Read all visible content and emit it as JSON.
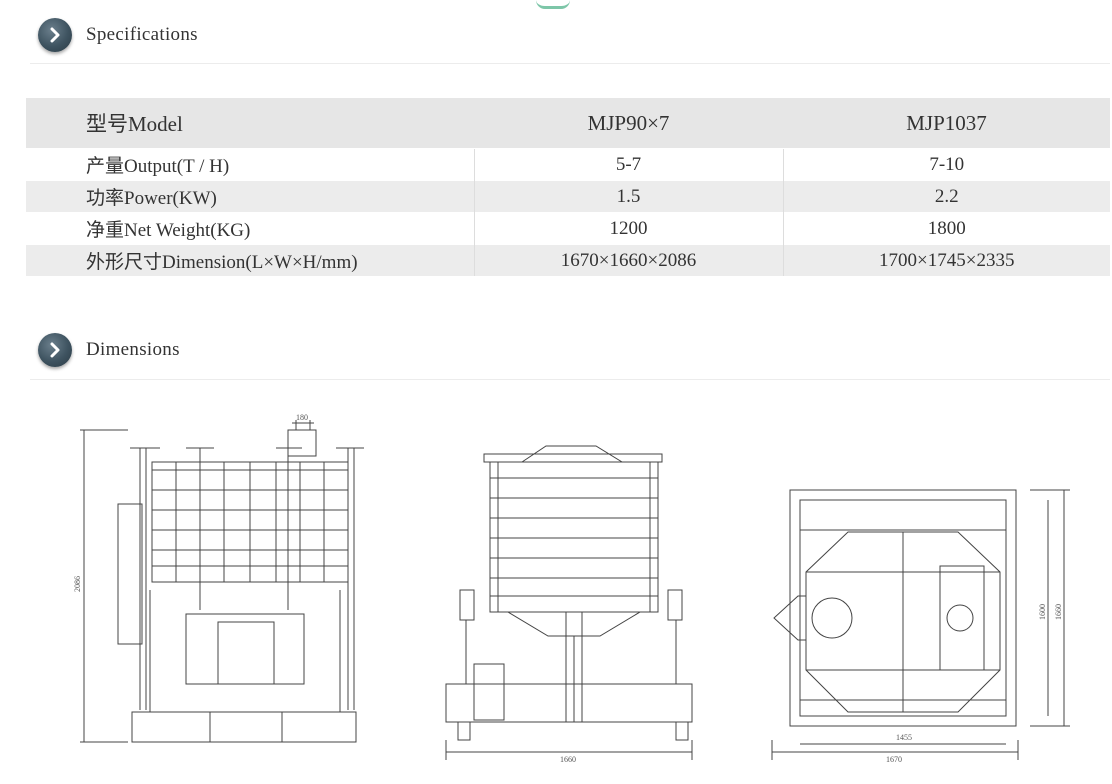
{
  "sections": {
    "specifications": "Specifications",
    "dimensions": "Dimensions"
  },
  "table": {
    "header": [
      "型号Model",
      "MJP90×7",
      "MJP1037"
    ],
    "rows": [
      [
        "产量Output(T / H)",
        "5-7",
        "7-10"
      ],
      [
        "功率Power(KW)",
        "1.5",
        "2.2"
      ],
      [
        "净重Net Weight(KG)",
        "1200",
        "1800"
      ],
      [
        "外形尺寸Dimension(L×W×H/mm)",
        "1670×1660×2086",
        "1700×1745×2335"
      ]
    ]
  },
  "drawing_labels": {
    "front_top": "180",
    "front_height": "2086",
    "side_width": "1660",
    "top_width_inner": "1455",
    "top_width_outer": "1670",
    "top_depth_inner": "1600",
    "top_depth_outer": "1660"
  },
  "colors": {
    "header_bg": "#e6e6e6",
    "row_shade": "#ececec",
    "icon_bg": "#3e5360",
    "line": "#444444"
  }
}
